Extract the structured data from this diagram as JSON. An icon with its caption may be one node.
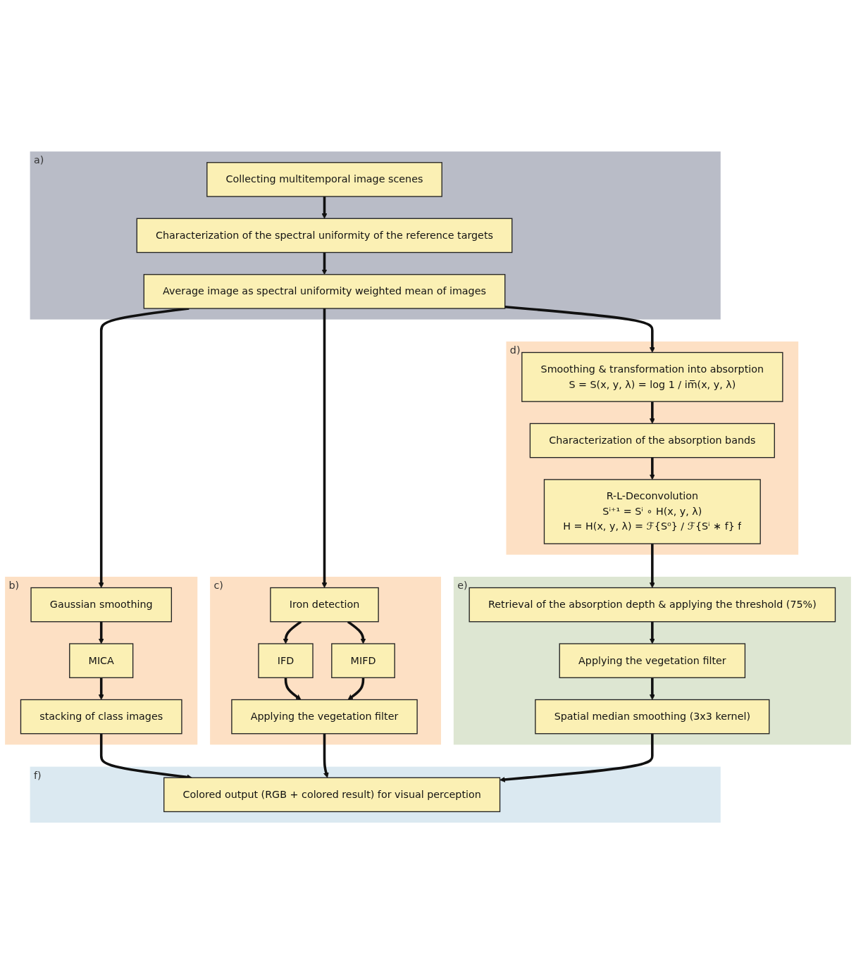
{
  "diagram": {
    "nodes": [
      {
        "text": [
          "a)"
        ]
      },
      {
        "text": [
          "Collecting multitemporal image scenes"
        ],
        "in": 0
      },
      {
        "text": [
          "Characterization of the spectral uniformity of the reference targets"
        ],
        "in": 0
      },
      {
        "text": [
          "Average image as spectral uniformity weighted mean of images"
        ],
        "in": 0
      },
      {
        "text": [
          "b)"
        ]
      },
      {
        "text": [
          "Gaussian smoothing"
        ],
        "in": 4
      },
      {
        "text": [
          "MICA"
        ],
        "in": 4
      },
      {
        "text": [
          "stacking of class images"
        ],
        "in": 4
      },
      {
        "text": [
          "c)"
        ]
      },
      {
        "text": [
          "Iron detection"
        ],
        "in": 8
      },
      {
        "text": [
          "IFD"
        ],
        "in": 8
      },
      {
        "text": [
          "MIFD"
        ],
        "in": 8
      },
      {
        "text": [
          "Applying the vegetation filter"
        ],
        "in": 8
      },
      {
        "text": [
          "d)"
        ]
      },
      {
        "text": [
          "Smoothing & transformation into absorption",
          "S = S(x, y, λ) = log 1 / im̅(x, y, λ)"
        ],
        "in": 13
      },
      {
        "text": [
          "Characterization of the absorption bands"
        ],
        "in": 13
      },
      {
        "text": [
          "R-L-Deconvolution",
          "Sⁱ⁺¹ = Sⁱ ∘ H(x, y, λ)",
          "H = H(x, y, λ) = ℱ{S⁰} / ℱ{Sⁱ ∗ f} f"
        ],
        "in": 13
      },
      {
        "text": [
          "e)"
        ]
      },
      {
        "text": [
          "Retrieval of the absorption depth & applying the threshold (75%)"
        ],
        "in": 17
      },
      {
        "text": [
          "Applying the vegetation filter"
        ],
        "in": 17
      },
      {
        "text": [
          "Spatial median smoothing (3x3 kernel)"
        ],
        "in": 17
      },
      {
        "text": [
          "f)"
        ]
      },
      {
        "text": [
          "Colored output (RGB + colored result) for visual perception"
        ],
        "in": 21
      }
    ],
    "edges": [
      {
        "from": 1,
        "to": 2,
        "arrow": "to"
      },
      {
        "from": 2,
        "to": 3,
        "arrow": "to"
      },
      {
        "from": 3,
        "to": 5,
        "arrow": "to"
      },
      {
        "from": 3,
        "to": 9,
        "arrow": "to"
      },
      {
        "from": 3,
        "to": 14,
        "arrow": "to"
      },
      {
        "from": 5,
        "to": 6,
        "arrow": "to"
      },
      {
        "from": 6,
        "to": 7,
        "arrow": "to"
      },
      {
        "from": 9,
        "to": 10,
        "arrow": "to"
      },
      {
        "from": 9,
        "to": 11,
        "arrow": "to"
      },
      {
        "from": 10,
        "to": 12,
        "arrow": "to"
      },
      {
        "from": 11,
        "to": 12,
        "arrow": "to"
      },
      {
        "from": 14,
        "to": 15,
        "arrow": "to"
      },
      {
        "from": 15,
        "to": 16,
        "arrow": "to"
      },
      {
        "from": 16,
        "to": 18,
        "arrow": "to"
      },
      {
        "from": 18,
        "to": 19,
        "arrow": "to"
      },
      {
        "from": 19,
        "to": 20,
        "arrow": "to"
      },
      {
        "from": 7,
        "to": 22,
        "arrow": "to"
      },
      {
        "from": 12,
        "to": 22,
        "arrow": "to"
      },
      {
        "from": 20,
        "to": 22,
        "arrow": "to"
      }
    ]
  }
}
